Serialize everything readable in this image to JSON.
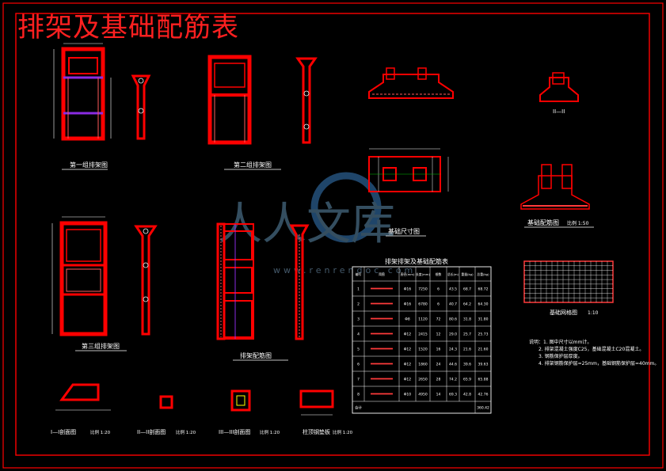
{
  "title": "排架及基础配筋表",
  "colors": {
    "frame": "#ff0000",
    "rebar": "#ff3b3b",
    "line": "#ffffff",
    "accent": "#8a2be2",
    "cyan": "#00e5ff",
    "green": "#00c000",
    "yellow": "#ffff00"
  },
  "labels": {
    "frame1": "第一组排架图",
    "frame2": "第二组排架图",
    "frame3": "第三组排架图",
    "frame_rebar": "排架配筋图",
    "found_dim": "基础尺寸图",
    "found_rebar": "基础配筋图",
    "found_rebar_scale": "比例 1:50",
    "sec1": "I—I剖面图",
    "sec1_scale": "比例 1:20",
    "sec2": "II—II剖面图",
    "sec2_scale": "比例 1:20",
    "sec3": "III—III剖面图",
    "sec3_scale": "比例 1:20",
    "cap": "柱顶钢垫板",
    "cap_scale": "比例 1:20",
    "sec_II": "II—II",
    "mesh": "基础网格图",
    "mesh_scale": "1:10",
    "table_title": "排架排架及基础配筋表",
    "watermark": "人人文库",
    "watermark_sub": "www.renrendoc.com"
  },
  "notes": [
    "说明：1. 图中尺寸以mm计。",
    "2. 排架混凝土强度C25，基础混凝土C20混凝土。",
    "3. 钢筋保护层厚度。",
    "4. 排架钢筋保护层=25mm，基础钢筋保护层=40mm。"
  ],
  "table": {
    "headers": [
      "编号",
      "简图",
      "直径(mm)",
      "长度(mm)",
      "根数",
      "总长(m)",
      "重量(kg)",
      "总重(kg)"
    ],
    "rows": [
      [
        "1",
        "",
        "Φ16",
        "7250",
        "6",
        "43.5",
        "68.7",
        "68.72"
      ],
      [
        "2",
        "",
        "Φ16",
        "6780",
        "6",
        "40.7",
        "64.2",
        "64.30"
      ],
      [
        "3",
        "",
        "Φ8",
        "1120",
        "72",
        "80.6",
        "31.8",
        "31.80"
      ],
      [
        "4",
        "",
        "Φ12",
        "2415",
        "12",
        "29.0",
        "25.7",
        "25.73"
      ],
      [
        "5",
        "",
        "Φ12",
        "1520",
        "16",
        "24.3",
        "21.6",
        "21.60"
      ],
      [
        "6",
        "",
        "Φ12",
        "1860",
        "24",
        "44.6",
        "39.6",
        "39.63"
      ],
      [
        "7",
        "",
        "Φ12",
        "2650",
        "28",
        "74.2",
        "65.9",
        "65.88"
      ],
      [
        "8",
        "",
        "Φ10",
        "4950",
        "14",
        "69.3",
        "42.8",
        "42.76"
      ]
    ],
    "total_label": "合计",
    "total": "360.42"
  }
}
